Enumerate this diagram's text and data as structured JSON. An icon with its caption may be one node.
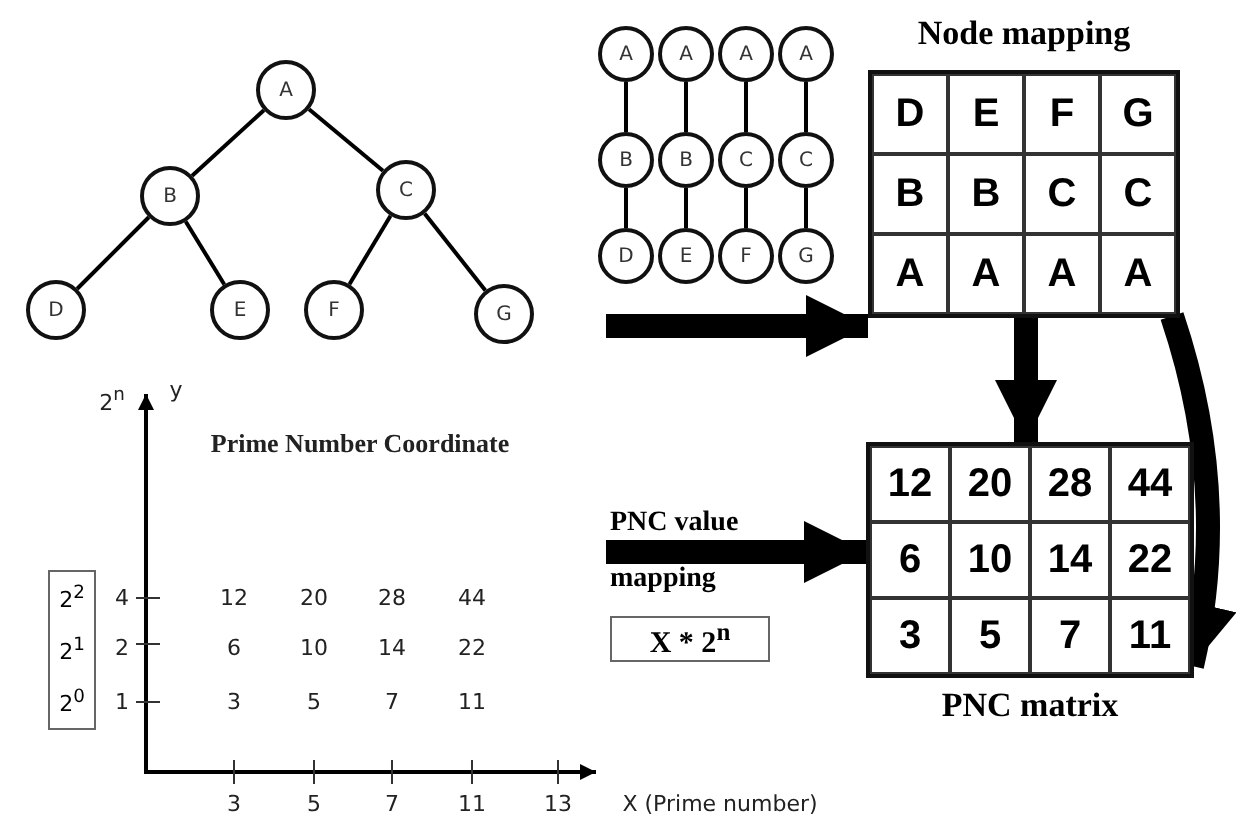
{
  "diagram": {
    "nodes": [
      {
        "text": [
          "A"
        ]
      },
      {
        "text": [
          "B"
        ]
      },
      {
        "text": [
          "C"
        ]
      },
      {
        "text": [
          "D"
        ]
      },
      {
        "text": [
          "E"
        ]
      },
      {
        "text": [
          "F"
        ]
      },
      {
        "text": [
          "G"
        ]
      },
      {
        "text": [
          "A"
        ]
      },
      {
        "text": [
          "A"
        ]
      },
      {
        "text": [
          "A"
        ]
      },
      {
        "text": [
          "A"
        ]
      },
      {
        "text": [
          "B"
        ]
      },
      {
        "text": [
          "B"
        ]
      },
      {
        "text": [
          "C"
        ]
      },
      {
        "text": [
          "C"
        ]
      },
      {
        "text": [
          "D"
        ]
      },
      {
        "text": [
          "E"
        ]
      },
      {
        "text": [
          "F"
        ]
      },
      {
        "text": [
          "G"
        ]
      },
      {
        "text": [
          "Node mapping"
        ]
      },
      {
        "text": [
          "D"
        ],
        "in": 19
      },
      {
        "text": [
          "E"
        ],
        "in": 19
      },
      {
        "text": [
          "F"
        ],
        "in": 19
      },
      {
        "text": [
          "G"
        ],
        "in": 19
      },
      {
        "text": [
          "B"
        ],
        "in": 19
      },
      {
        "text": [
          "B"
        ],
        "in": 19
      },
      {
        "text": [
          "C"
        ],
        "in": 19
      },
      {
        "text": [
          "C"
        ],
        "in": 19
      },
      {
        "text": [
          "A"
        ],
        "in": 19
      },
      {
        "text": [
          "A"
        ],
        "in": 19
      },
      {
        "text": [
          "A"
        ],
        "in": 19
      },
      {
        "text": [
          "A"
        ],
        "in": 19
      },
      {
        "text": [
          "PNC matrix"
        ]
      },
      {
        "text": [
          "12"
        ],
        "in": 32
      },
      {
        "text": [
          "20"
        ],
        "in": 32
      },
      {
        "text": [
          "28"
        ],
        "in": 32
      },
      {
        "text": [
          "44"
        ],
        "in": 32
      },
      {
        "text": [
          "6"
        ],
        "in": 32
      },
      {
        "text": [
          "10"
        ],
        "in": 32
      },
      {
        "text": [
          "14"
        ],
        "in": 32
      },
      {
        "text": [
          "22"
        ],
        "in": 32
      },
      {
        "text": [
          "3"
        ],
        "in": 32
      },
      {
        "text": [
          "5"
        ],
        "in": 32
      },
      {
        "text": [
          "7"
        ],
        "in": 32
      },
      {
        "text": [
          "11"
        ],
        "in": 32
      },
      {
        "text": [
          "X * 2$^{n}$"
        ]
      },
      {
        "text": [
          "2$^{2}$",
          "2$^{1}$",
          "2$^{0}$"
        ]
      }
    ],
    "edges": [
      {
        "from": 0,
        "to": 1,
        "arrow": "none"
      },
      {
        "from": 0,
        "to": 2,
        "arrow": "none"
      },
      {
        "from": 1,
        "to": 3,
        "arrow": "none"
      },
      {
        "from": 1,
        "to": 4,
        "arrow": "none"
      },
      {
        "from": 2,
        "to": 5,
        "arrow": "none"
      },
      {
        "from": 2,
        "to": 6,
        "arrow": "none"
      },
      {
        "from": 7,
        "to": 11,
        "arrow": "none"
      },
      {
        "from": 11,
        "to": 15,
        "arrow": "none"
      },
      {
        "from": 8,
        "to": 12,
        "arrow": "none"
      },
      {
        "from": 12,
        "to": 16,
        "arrow": "none"
      },
      {
        "from": 9,
        "to": 13,
        "arrow": "none"
      },
      {
        "from": 13,
        "to": 17,
        "arrow": "none"
      },
      {
        "from": 10,
        "to": 14,
        "arrow": "none"
      },
      {
        "from": 14,
        "to": 18,
        "arrow": "none"
      },
      {
        "from": null,
        "to": 19,
        "arrow": "to",
        "style": "thick"
      },
      {
        "from": 19,
        "to": 32,
        "arrow": "to",
        "style": "thick"
      },
      {
        "from": 19,
        "to": 32,
        "arrow": "to",
        "style": "thick"
      },
      {
        "from": null,
        "to": 32,
        "arrow": "to",
        "style": "thick",
        "label": "PNC value mapping"
      }
    ],
    "labels": [
      "2$^{n}$",
      "y",
      "Prime Number Coordinate",
      "4",
      "12",
      "20",
      "28",
      "44",
      "2",
      "6",
      "10",
      "14",
      "22",
      "1",
      "3",
      "5",
      "7",
      "11",
      "3",
      "5",
      "7",
      "11",
      "13",
      "X (Prime number)"
    ]
  }
}
